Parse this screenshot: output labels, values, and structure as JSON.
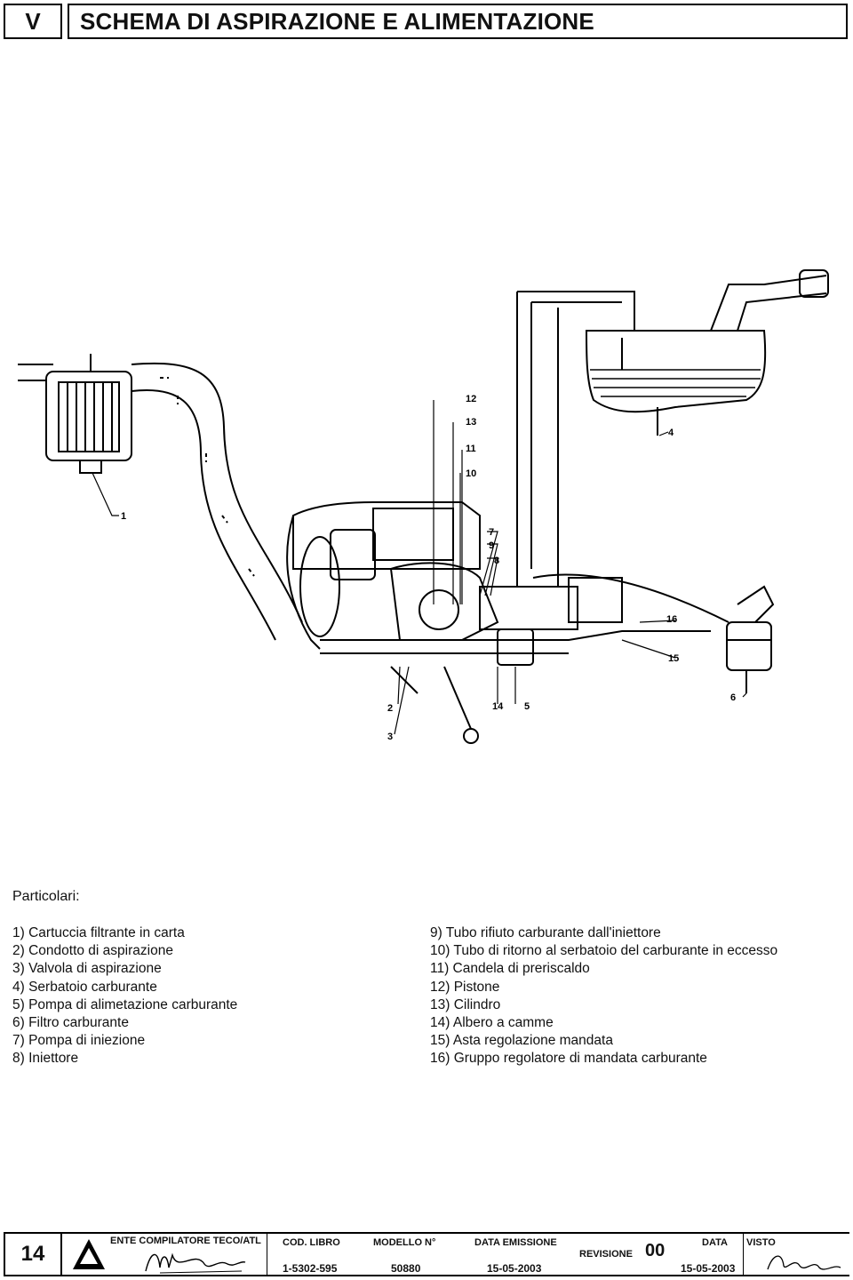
{
  "header": {
    "section": "V",
    "title": "SCHEMA DI ASPIRAZIONE E ALIMENTAZIONE"
  },
  "diagram": {
    "callouts": [
      "1",
      "2",
      "3",
      "4",
      "5",
      "6",
      "7",
      "8",
      "9",
      "10",
      "11",
      "12",
      "13",
      "14",
      "15",
      "16"
    ]
  },
  "parts": {
    "heading": "Particolari:",
    "left": [
      "1) Cartuccia filtrante in carta",
      "2) Condotto di aspirazione",
      "3) Valvola di aspirazione",
      "4) Serbatoio carburante",
      "5) Pompa di alimetazione carburante",
      "6) Filtro carburante",
      "7) Pompa di iniezione",
      "8) Iniettore"
    ],
    "right": [
      "9) Tubo rifiuto carburante dall'iniettore",
      "10) Tubo di ritorno al serbatoio del carburante in eccesso",
      "11) Candela di preriscaldo",
      "12) Pistone",
      "13) Cilindro",
      "14) Albero a camme",
      "15) Asta regolazione mandata",
      "16) Gruppo regolatore di mandata carburante"
    ]
  },
  "footer": {
    "page": "14",
    "ente_label": "ENTE COMPILATORE TECO/ATL",
    "cod_label": "COD. LIBRO",
    "cod_value": "1-5302-595",
    "modello_label": "MODELLO N°",
    "modello_value": "50880",
    "emissione_label": "DATA EMISSIONE",
    "emissione_value": "15-05-2003",
    "revisione_label": "REVISIONE",
    "revisione_value": "00",
    "data_label": "DATA",
    "data_value": "15-05-2003",
    "visto_label": "VISTO"
  }
}
